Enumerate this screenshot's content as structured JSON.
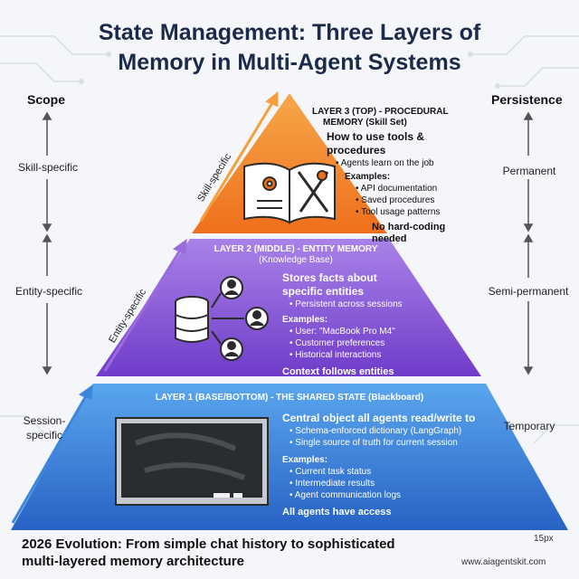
{
  "title": {
    "line1": "State Management: Three Layers of",
    "line2": "Memory in Multi-Agent Systems"
  },
  "scope": {
    "heading": "Scope",
    "labels": {
      "skill": "Skill-specific",
      "entity": "Entity-specific",
      "session_1": "Session-",
      "session_2": "specific"
    }
  },
  "persistence": {
    "heading": "Persistence",
    "labels": {
      "permanent": "Permanent",
      "semi": "Semi-permanent",
      "temporary": "Temporary"
    }
  },
  "diagonal_labels": {
    "skill": "Skill-specific",
    "entity": "Entity-specific"
  },
  "layer3": {
    "header_1": "LAYER 3 (TOP) - PROCEDURAL",
    "header_2": "MEMORY (Skill Set)",
    "headline": "How to use tools & procedures",
    "bullet": "Agents learn on the job",
    "examples_label": "Examples:",
    "examples": [
      "API documentation",
      "Saved procedures",
      "Tool usage patterns"
    ],
    "footer": "No hard-coding needed",
    "color": "#f5862c"
  },
  "layer2": {
    "header_1": "LAYER 2 (MIDDLE) - ENTITY MEMORY",
    "header_2": "(Knowledge Base)",
    "headline_1": "Stores facts about",
    "headline_2": "specific entities",
    "bullet": "Persistent across sessions",
    "examples_label": "Examples:",
    "examples": [
      "User: \"MacBook Pro M4\"",
      "Customer preferences",
      "Historical interactions"
    ],
    "footer": "Context follows entities",
    "color": "#8a52d8"
  },
  "layer1": {
    "header": "LAYER 1 (BASE/BOTTOM) - THE SHARED STATE (Blackboard)",
    "headline": "Central object all agents read/write to",
    "bullets": [
      "Schema-enforced dictionary (LangGraph)",
      "Single source of truth for current session"
    ],
    "examples_label": "Examples:",
    "examples": [
      "Current task status",
      "Intermediate results",
      "Agent communication logs"
    ],
    "footer": "All agents have access",
    "color": "#3a85dc"
  },
  "footer": {
    "line1": "2026 Evolution: From simple chat history to sophisticated",
    "line2": "multi-layered memory architecture",
    "note": "15px",
    "site": "www.aiagentskit.com"
  }
}
